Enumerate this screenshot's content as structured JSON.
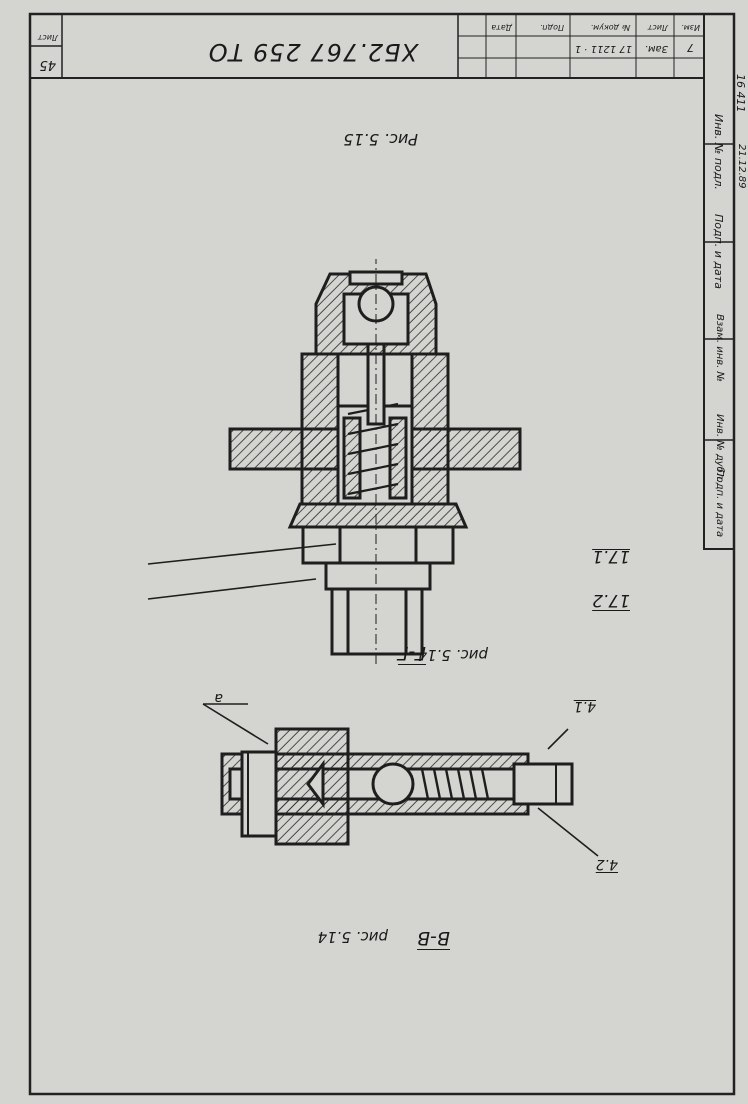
{
  "document": {
    "code": "ХБ2.767 259 ТО",
    "sheet_no": "45",
    "sheet_label": "Лист"
  },
  "side_block": {
    "cells": [
      "Инв. № подл.",
      "Подп. и дата",
      "Взам. инв. №",
      "Инв. № дубл.",
      "Подп. и дата"
    ],
    "inv_number": "16 411",
    "signature_date": "21.12.89"
  },
  "title_strip": {
    "cells": [
      "Изм.",
      "Лист",
      "№ докум.",
      "Подп.",
      "Дата"
    ],
    "values": [
      "7",
      "Зам.",
      "17 1211 · 1",
      "",
      ""
    ]
  },
  "figures": {
    "upper": {
      "caption": "Рис. 5.15",
      "section": "Г-Г",
      "section_ref": "рис. 5.14",
      "callouts": [
        "17.1",
        "17.2"
      ]
    },
    "lower": {
      "section": "В-В",
      "section_ref": "рис. 5.14",
      "callouts": [
        "4.1",
        "4.2",
        "а"
      ]
    }
  }
}
